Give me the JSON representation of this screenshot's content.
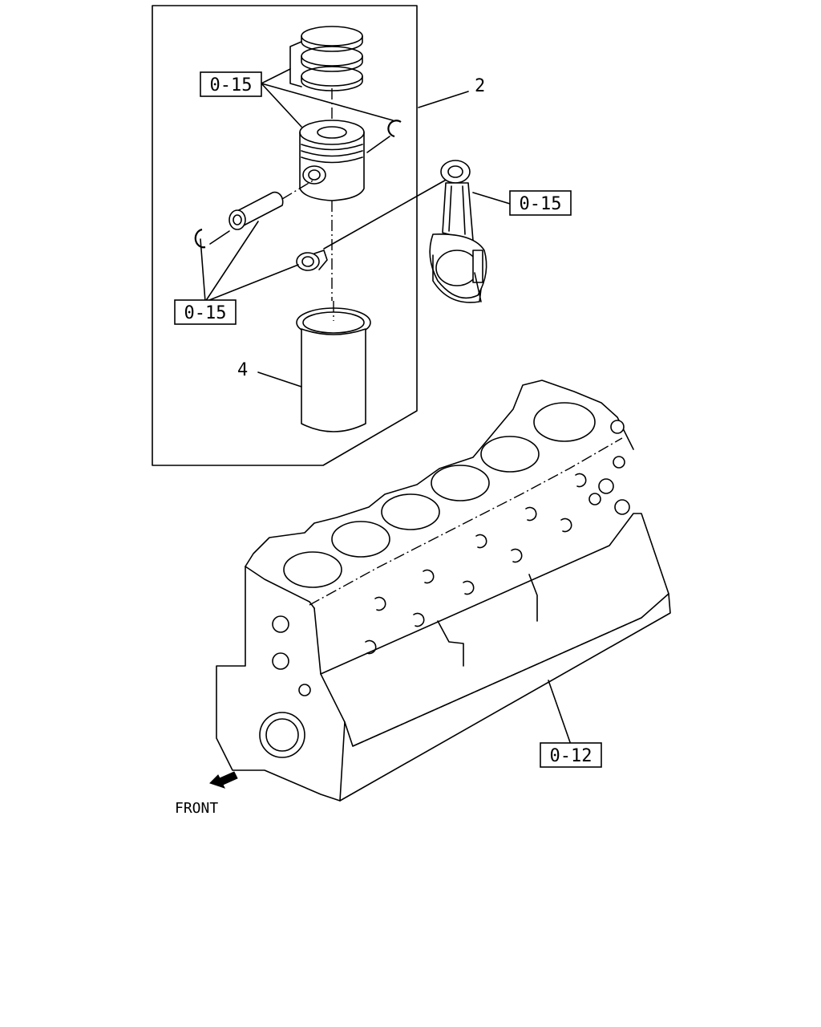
{
  "callouts": {
    "piston_group": "0-15",
    "connecting_rod": "0-15",
    "pin_clips": "0-15",
    "cylinder_block": "0-12"
  },
  "item_numbers": {
    "piston_assembly": "2",
    "cylinder_liner": "4"
  },
  "orientation": {
    "front_label": "FRONT"
  },
  "icons": [
    "front-arrow-icon"
  ]
}
